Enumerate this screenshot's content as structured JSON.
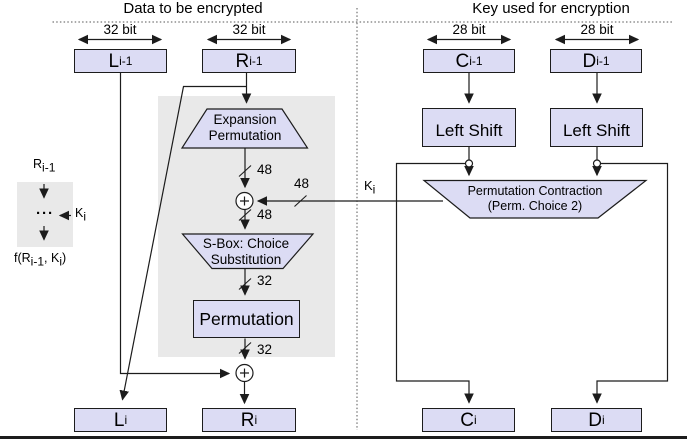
{
  "theme": {
    "box-fill": "#dcdcf4",
    "panel-gray": "#e9e9e9",
    "line": "#1c1c1c",
    "dotted": "#555555"
  },
  "sections": {
    "data": {
      "title": "Data to be encrypted"
    },
    "key": {
      "title": "Key used for encryption"
    }
  },
  "bit_width_labels": {
    "l": "32 bit",
    "r": "32 bit",
    "c": "28 bit",
    "d": "28 bit"
  },
  "registers": {
    "l_prev": {
      "base": "L",
      "sub": "i-1"
    },
    "r_prev": {
      "base": "R",
      "sub": "i-1"
    },
    "c_prev": {
      "base": "C",
      "sub": "i-1"
    },
    "d_prev": {
      "base": "D",
      "sub": "i-1"
    },
    "l_next": {
      "base": "L",
      "sub": "i"
    },
    "r_next": {
      "base": "R",
      "sub": "i"
    },
    "c_next": {
      "base": "C",
      "sub": "i"
    },
    "d_next": {
      "base": "D",
      "sub": "i"
    }
  },
  "nodes": {
    "expansion_permutation": {
      "line1": "Expansion",
      "line2": "Permutation"
    },
    "sbox": {
      "line1": "S-Box: Choice",
      "line2": "Substitution"
    },
    "permutation": {
      "label": "Permutation"
    },
    "left_shift_c": {
      "label": "Left Shift"
    },
    "left_shift_d": {
      "label": "Left Shift"
    },
    "permuted_choice": {
      "line1": "Permutation Contraction",
      "line2": "(Perm. Choice 2)"
    }
  },
  "wire_labels": {
    "expansion_out": "48",
    "key_in": "48",
    "xor_out": "48",
    "sbox_out": "32",
    "permutation_out": "32",
    "key": {
      "base": "K",
      "sub": "i"
    }
  },
  "legend": {
    "input": {
      "base": "R",
      "sub": "i-1"
    },
    "dots": "···",
    "key": {
      "base": "K",
      "sub": "i"
    },
    "output": {
      "p1": "f(R",
      "s1": "i-1",
      "p2": ", K",
      "s2": "i",
      "p3": ")"
    }
  }
}
